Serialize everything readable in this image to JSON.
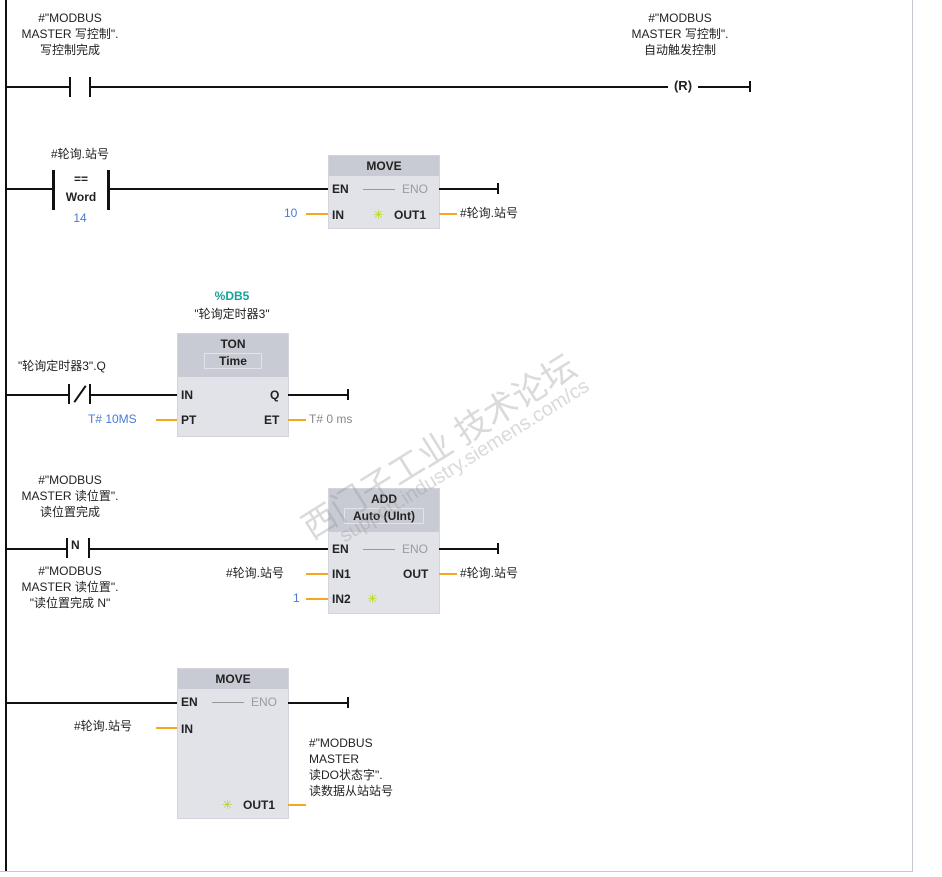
{
  "network1": {
    "contact_label": [
      "#\"MODBUS",
      "MASTER 写控制\".",
      "写控制完成"
    ],
    "coil_label": [
      "#\"MODBUS",
      "MASTER 写控制\".",
      "自动触发控制"
    ],
    "coil_type": "R"
  },
  "network2": {
    "compare_operand": "#轮询.站号",
    "compare_op": "==",
    "compare_type": "Word",
    "compare_value": "14",
    "block": {
      "title": "MOVE",
      "en": "EN",
      "eno": "ENO",
      "in": "IN",
      "out": "OUT1",
      "in_value": "10",
      "out_value": "#轮询.站号"
    }
  },
  "network3": {
    "db": "%DB5",
    "instance": "\"轮询定时器3\"",
    "contact_label": "\"轮询定时器3\".Q",
    "block": {
      "title": "TON",
      "type": "Time",
      "in": "IN",
      "q": "Q",
      "pt": "PT",
      "et": "ET",
      "pt_value": "T# 10MS",
      "et_value": "T# 0 ms"
    }
  },
  "network4": {
    "contact_label": [
      "#\"MODBUS",
      "MASTER 读位置\".",
      "读位置完成"
    ],
    "contact_type": "N",
    "edge_label": [
      "#\"MODBUS",
      "MASTER 读位置\".",
      "\"读位置完成 N\""
    ],
    "block": {
      "title": "ADD",
      "type": "Auto (UInt)",
      "en": "EN",
      "eno": "ENO",
      "in1": "IN1",
      "in2": "IN2",
      "out": "OUT",
      "in1_value": "#轮询.站号",
      "in2_value": "1",
      "out_value": "#轮询.站号"
    }
  },
  "network5": {
    "block": {
      "title": "MOVE",
      "en": "EN",
      "eno": "ENO",
      "in": "IN",
      "out": "OUT1",
      "in_value": "#轮询.站号",
      "out_value": [
        "#\"MODBUS",
        "MASTER",
        "读DO状态字\".",
        "读数据从站站号"
      ]
    }
  },
  "watermark": {
    "line1": "西门子工业  技术论坛",
    "line2": "support.industry.siemens.com/cs"
  }
}
